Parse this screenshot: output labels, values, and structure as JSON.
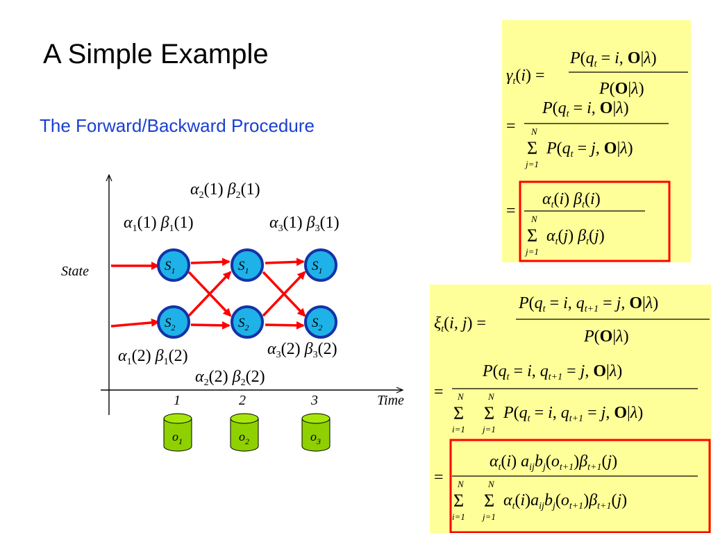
{
  "slide": {
    "title": "A Simple Example",
    "subtitle": "The Forward/Backward Procedure"
  },
  "trellis": {
    "y_axis_label": "State",
    "x_axis_label": "Time",
    "time_ticks": [
      "1",
      "2",
      "3"
    ],
    "states": [
      {
        "label": "S",
        "sub": "1"
      },
      {
        "label": "S",
        "sub": "2"
      }
    ],
    "observations": [
      {
        "label": "o",
        "sub": "1"
      },
      {
        "label": "o",
        "sub": "2"
      },
      {
        "label": "o",
        "sub": "3"
      }
    ],
    "annotations": [
      {
        "alpha_sub": "1",
        "beta_sub": "1",
        "arg": "1"
      },
      {
        "alpha_sub": "2",
        "beta_sub": "2",
        "arg": "1"
      },
      {
        "alpha_sub": "3",
        "beta_sub": "3",
        "arg": "1"
      },
      {
        "alpha_sub": "1",
        "beta_sub": "1",
        "arg": "2"
      },
      {
        "alpha_sub": "2",
        "beta_sub": "2",
        "arg": "2"
      },
      {
        "alpha_sub": "3",
        "beta_sub": "3",
        "arg": "2"
      }
    ]
  },
  "colors": {
    "node_fill": "#1fb2e8",
    "node_border": "#1433a6",
    "arrow": "#ff0000",
    "cylinder": "#8fd000",
    "formula_bg": "#ffff99",
    "highlight": "#ff0000",
    "subtitle": "#1a3fd0"
  },
  "formulas": {
    "gamma": {
      "lhs_symbol": "γ",
      "lhs_sub": "t",
      "lhs_arg": "i",
      "num": "P(q_t = i, O | λ)",
      "den": "P(O | λ)",
      "step2_den_sum": "Σ_{j=1}^{N} P(q_t = j, O | λ)",
      "step3_num": "α_t(i) β_t(i)",
      "step3_den": "Σ_{j=1}^{N} α_t(j) β_t(j)"
    },
    "xi": {
      "lhs_symbol": "ξ",
      "lhs_sub": "t",
      "lhs_arg": "i, j",
      "num": "P(q_t = i, q_{t+1} = j, O | λ)",
      "den": "P(O | λ)",
      "step2_den": "Σ_{i=1}^{N} Σ_{j=1}^{N} P(q_t = i, q_{t+1} = j, O | λ)",
      "step3_num": "α_t(i) a_ij b_j(o_{t+1}) β_{t+1}(j)",
      "step3_den": "Σ_{i=1}^{N} Σ_{j=1}^{N} α_t(i) a_ij b_j(o_{t+1}) β_{t+1}(j)"
    },
    "strings": {
      "P": "P",
      "q": "q",
      "t": "t",
      "i": "i",
      "j": "j",
      "O": "O",
      "lambda": "λ",
      "eq": "=",
      "N": "N",
      "i1": "i=1",
      "j1": "j=1",
      "sigma": "Σ",
      "alpha": "α",
      "beta": "β",
      "a": "a",
      "ij": "ij",
      "b": "b",
      "o": "o",
      "t1": "t+1",
      "comma": ","
    }
  }
}
